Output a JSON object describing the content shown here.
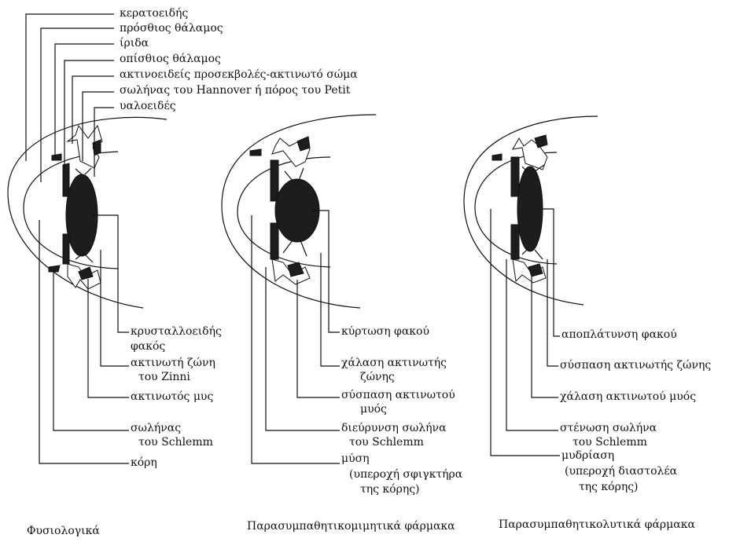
{
  "normal": {
    "caption": "Φυσιολογικά",
    "top_labels": [
      "κερατοειδής",
      "πρόσθιος θάλαμος",
      "ίριδα",
      "οπίσθιος θάλαμος",
      "ακτινοειδείς προσεκβολές-ακτινωτό σώμα",
      "σωλήνας του Hannover ή πόρος του Petit",
      "υαλοειδές"
    ],
    "bottom_labels": [
      "κρυσταλλοειδής",
      "φακός",
      "ακτινωτή ζώνη",
      "του Zinni",
      "ακτινωτός μυς",
      "σωλήνας",
      "του Schlemm",
      "κόρη"
    ]
  },
  "parasympathomimetic": {
    "caption": "Παρασυμπαθητικομιμητικά φάρμακα",
    "labels": [
      "κύρτωση φακού",
      "χάλαση ακτινωτής",
      "ζώνης",
      "σύσπαση ακτινωτού",
      "μυός",
      "διεύρυνση σωλήνα",
      "του Schlemm",
      "μύση",
      "(υπεροχή σφιγκτήρα",
      "της κόρης)"
    ]
  },
  "parasympatholytic": {
    "caption": "Παρασυμπαθητικολυτικά φάρμακα",
    "labels": [
      "αποπλάτυνση φακού",
      "σύσπαση ακτινωτής ζώνης",
      "χάλαση ακτινωτού μυός",
      "στένωση σωλήνα",
      "του Schlemm",
      "μυδρίαση",
      "(υπεροχή διαστολέα",
      "της κόρης)"
    ]
  }
}
